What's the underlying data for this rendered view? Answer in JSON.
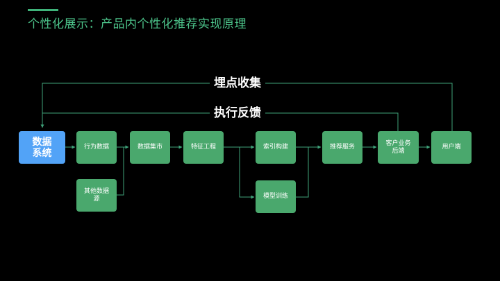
{
  "slide": {
    "title": "个性化展示：产品内个性化推荐实现原理"
  },
  "loops": {
    "collect": "埋点收集",
    "feedback": "执行反馈"
  },
  "nodes": {
    "data_system": "数据\n系统",
    "behavior_data": "行为数据",
    "other_data": "其他数据\n源",
    "data_mart": "数据集市",
    "feature_eng": "特征工程",
    "index_build": "索引构建",
    "model_train": "模型训练",
    "rec_service": "推荐服务",
    "client_backend": "客户业务\n后端",
    "user_end": "用户端"
  },
  "colors": {
    "accent": "#4cc38a",
    "node_green": "#4aa86d",
    "node_blue": "#52a3f7",
    "line": "#3fa37a"
  }
}
